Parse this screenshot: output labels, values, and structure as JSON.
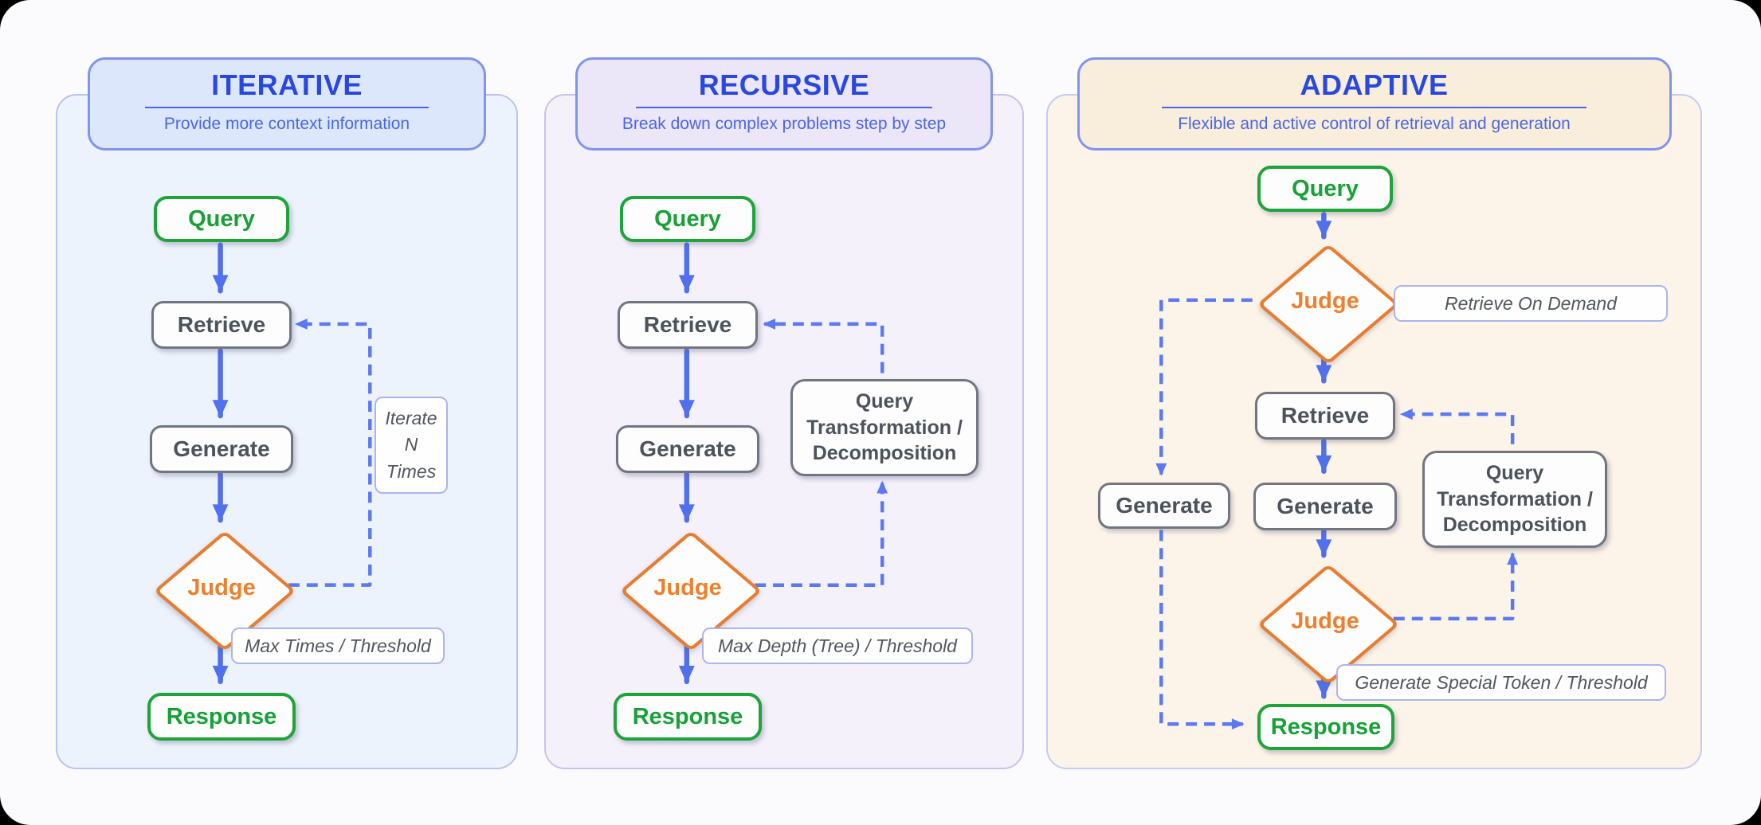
{
  "colors": {
    "page_background": "#fbfbfd",
    "outside_corners": "#000000",
    "title_blue": "#2948df",
    "subtitle_blue": "#4a66e8",
    "header_border_blue": "#8094ee",
    "arrow_blue_solid": "#5170ee",
    "arrow_blue_dashed": "#5b79f2",
    "node_border_gray": "#70767f",
    "node_text_gray": "#4d535c",
    "green_node": "#1ea43a",
    "judge_orange": "#e87c30",
    "panel1_bg": "#edf3fc",
    "panel2_bg": "#f5f1fb",
    "panel3_bg": "#fdf4e9"
  },
  "panels": [
    {
      "title": "ITERATIVE",
      "subtitle": "Provide more context information",
      "nodes": {
        "query": "Query",
        "retrieve": "Retrieve",
        "generate": "Generate",
        "judge": "Judge",
        "response": "Response"
      },
      "loop_lines": [
        "Iterate",
        "N",
        "Times"
      ],
      "exit_label": "Max Times / Threshold"
    },
    {
      "title": "RECURSIVE",
      "subtitle": "Break down complex problems step by step",
      "nodes": {
        "query": "Query",
        "retrieve": "Retrieve",
        "generate": "Generate",
        "judge": "Judge",
        "response": "Response",
        "transform_lines": [
          "Query",
          "Transformation /",
          "Decomposition"
        ]
      },
      "exit_label": "Max Depth (Tree) / Threshold"
    },
    {
      "title": "ADAPTIVE",
      "subtitle": "Flexible and  active control of retrieval and generation",
      "nodes": {
        "query": "Query",
        "judge1": "Judge",
        "retrieve": "Retrieve",
        "generate_left": "Generate",
        "generate": "Generate",
        "judge2": "Judge",
        "response": "Response",
        "transform_lines": [
          "Query",
          "Transformation /",
          "Decomposition"
        ]
      },
      "judge1_label": "Retrieve On  Demand",
      "exit_label": "Generate Special Token / Threshold"
    }
  ]
}
